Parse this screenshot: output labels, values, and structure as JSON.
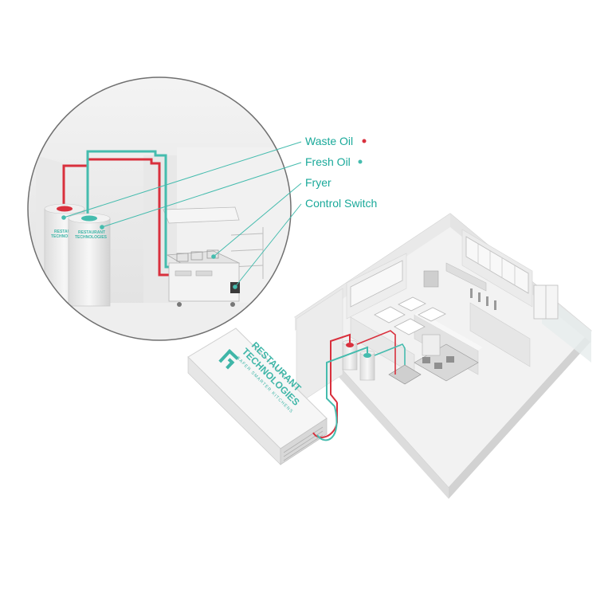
{
  "legend": {
    "waste_oil": "Waste Oil",
    "fresh_oil": "Fresh Oil",
    "fryer": "Fryer",
    "control_switch": "Control Switch"
  },
  "brand": {
    "line1": "RESTAURANT",
    "line2": "TECHNOLOGIES",
    "tagline": "SAFER SMARTER KITCHENS",
    "tank_line1": "RESTAURANT",
    "tank_line2": "TECHNOLOGIES"
  },
  "colors": {
    "waste_oil": "#d9303d",
    "fresh_oil": "#45bcae",
    "label_text": "#1aa99a",
    "brand": "#3fb6a8"
  },
  "icons": {
    "logo": "restaurant-technologies-logo"
  }
}
